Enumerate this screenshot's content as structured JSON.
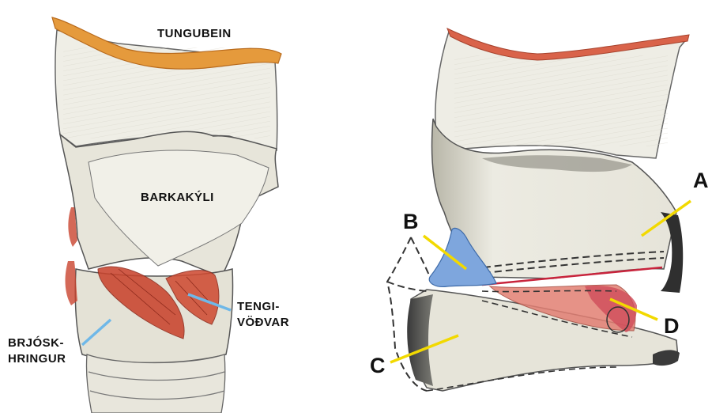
{
  "left_figure": {
    "labels": {
      "hyoid": "TUNGUBEIN",
      "larynx": "BARKAKÝLI",
      "muscles_line1": "TENGI-",
      "muscles_line2": "VÖÐVAR",
      "ring_line1": "BRJÓSK-",
      "ring_line2": "HRINGUR"
    }
  },
  "right_figure": {
    "labels": {
      "a": "A",
      "b": "B",
      "c": "C",
      "d": "D"
    }
  },
  "colors": {
    "hyoid_bone": "#e59a3c",
    "hyoid_right": "#d9634a",
    "cartilage": "#ecebe2",
    "cartilage_shade": "#a9a799",
    "outline": "#444444",
    "muscle": "#c9442e",
    "muscle_light": "#e27f73",
    "arytenoid_blue": "#7ea6dd",
    "vocal_cord_red": "#c8243c",
    "pointer_blue": "#6fb8e8",
    "pointer_yellow": "#f2d900"
  }
}
